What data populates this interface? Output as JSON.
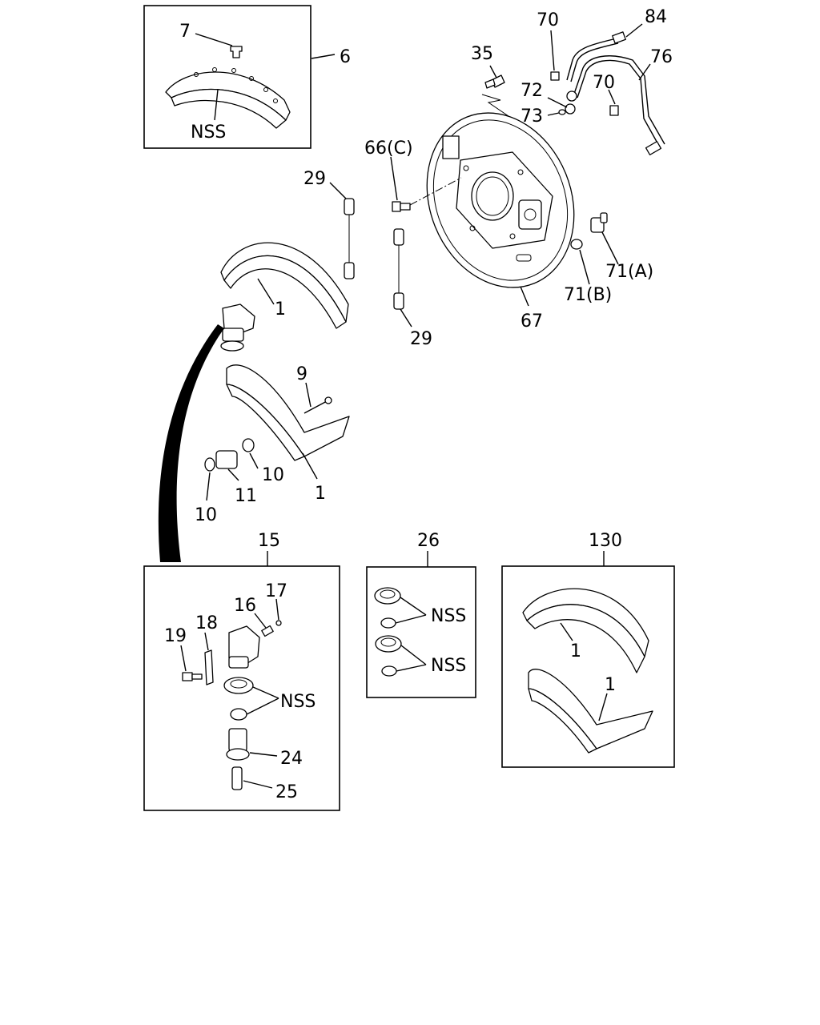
{
  "labels": {
    "p7": "7",
    "p6": "6",
    "nss_lining": "NSS",
    "p35": "35",
    "p70a": "70",
    "p84": "84",
    "p76": "76",
    "p70b": "70",
    "p72": "72",
    "p73": "73",
    "p66c": "66(C)",
    "p29a": "29",
    "p29b": "29",
    "p71a": "71(A)",
    "p71b": "71(B)",
    "p67": "67",
    "p1a": "1",
    "p9": "9",
    "p1b": "1",
    "p10a": "10",
    "p10b": "10",
    "p11": "11",
    "p15": "15",
    "p26": "26",
    "p130": "130",
    "p16": "16",
    "p17": "17",
    "p18": "18",
    "p19": "19",
    "nss15": "NSS",
    "p24": "24",
    "p25": "25",
    "nss26a": "NSS",
    "nss26b": "NSS",
    "p1c": "1",
    "p1d": "1"
  }
}
